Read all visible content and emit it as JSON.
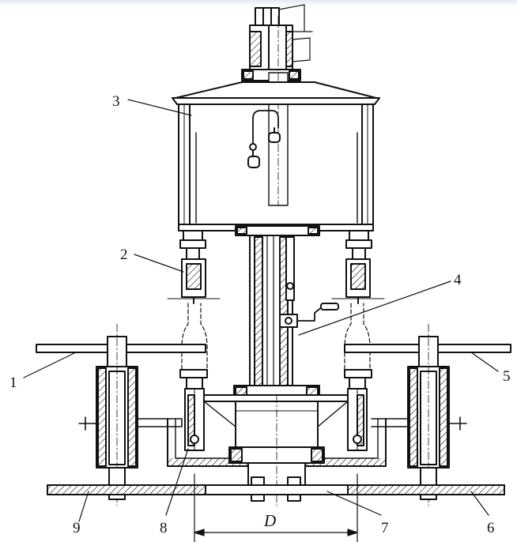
{
  "diagram": {
    "callouts": [
      "1",
      "2",
      "3",
      "4",
      "5",
      "6",
      "7",
      "8",
      "9"
    ],
    "dimension_label": "D"
  }
}
